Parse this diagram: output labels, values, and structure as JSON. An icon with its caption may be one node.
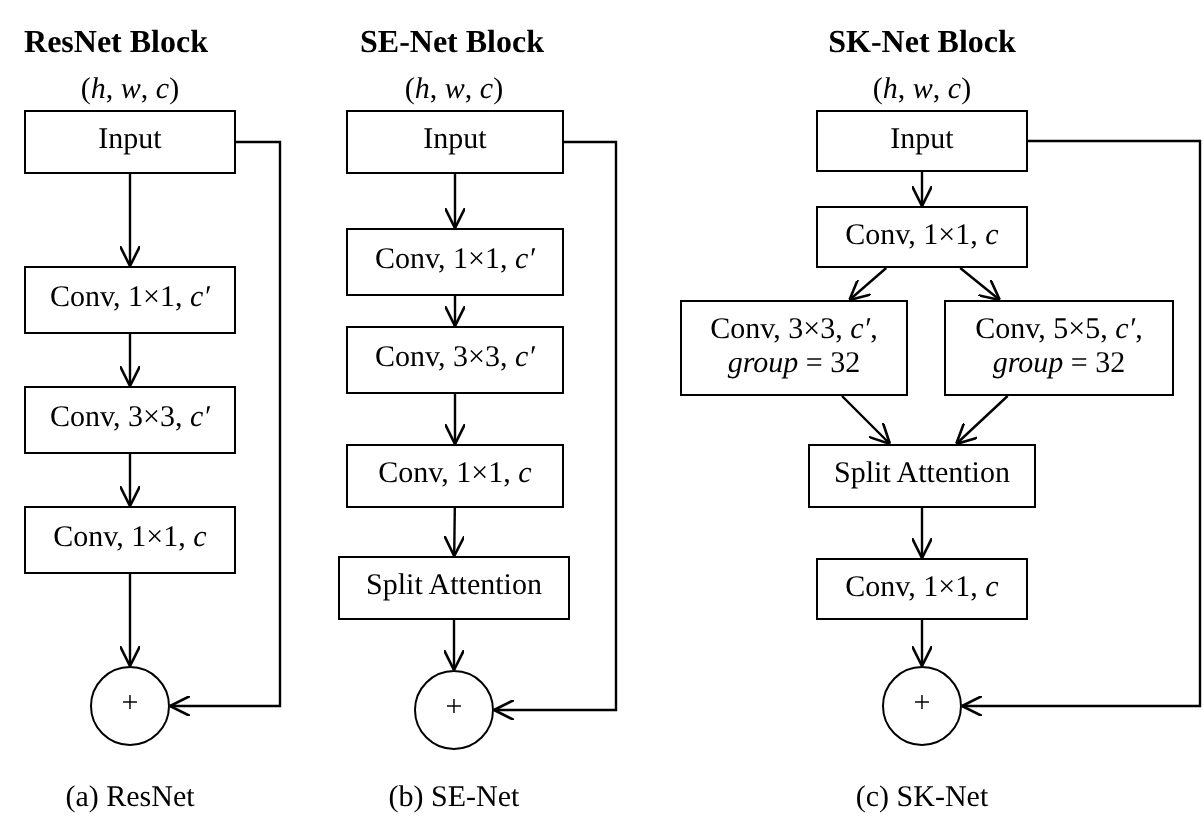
{
  "diagram": {
    "nodes": [
      {
        "text": [
          "Input"
        ]
      },
      {
        "text": [
          "Conv, 1×1, *c′*"
        ]
      },
      {
        "text": [
          "Conv, 3×3, *c′*"
        ]
      },
      {
        "text": [
          "Conv, 1×1, *c*"
        ]
      },
      {
        "text": [
          "+"
        ]
      },
      {
        "text": [
          "Input"
        ]
      },
      {
        "text": [
          "Conv, 1×1, *c′*"
        ]
      },
      {
        "text": [
          "Conv, 3×3, *c′*"
        ]
      },
      {
        "text": [
          "Conv, 1×1, *c*"
        ]
      },
      {
        "text": [
          "Split Attention"
        ]
      },
      {
        "text": [
          "+"
        ]
      },
      {
        "text": [
          "Input"
        ]
      },
      {
        "text": [
          "Conv, 1×1, *c*"
        ]
      },
      {
        "text": [
          "Conv, 3×3, *c′*, *group* = 32"
        ]
      },
      {
        "text": [
          "Conv, 5×5, *c′*, *group* = 32"
        ]
      },
      {
        "text": [
          "Split Attention"
        ]
      },
      {
        "text": [
          "Conv, 1×1, *c*"
        ]
      },
      {
        "text": [
          "+"
        ]
      }
    ],
    "edges": [
      {
        "from": 0,
        "to": 1,
        "arrow": "to"
      },
      {
        "from": 1,
        "to": 2,
        "arrow": "to"
      },
      {
        "from": 2,
        "to": 3,
        "arrow": "to"
      },
      {
        "from": 3,
        "to": 4,
        "arrow": "to"
      },
      {
        "from": 0,
        "to": 4,
        "arrow": "to"
      },
      {
        "from": 5,
        "to": 6,
        "arrow": "to"
      },
      {
        "from": 6,
        "to": 7,
        "arrow": "to"
      },
      {
        "from": 7,
        "to": 8,
        "arrow": "to"
      },
      {
        "from": 8,
        "to": 9,
        "arrow": "to"
      },
      {
        "from": 9,
        "to": 10,
        "arrow": "to"
      },
      {
        "from": 5,
        "to": 10,
        "arrow": "to"
      },
      {
        "from": 11,
        "to": 12,
        "arrow": "to"
      },
      {
        "from": 12,
        "to": 13,
        "arrow": "to"
      },
      {
        "from": 12,
        "to": 14,
        "arrow": "to"
      },
      {
        "from": 13,
        "to": 15,
        "arrow": "to"
      },
      {
        "from": 14,
        "to": 15,
        "arrow": "to"
      },
      {
        "from": 15,
        "to": 16,
        "arrow": "to"
      },
      {
        "from": 16,
        "to": 17,
        "arrow": "to"
      },
      {
        "from": 11,
        "to": 17,
        "arrow": "to"
      }
    ],
    "labels": [
      "ResNet Block",
      "(*h*, *w*, *c*)",
      "SE-Net Block",
      "(*h*, *w*, *c*)",
      "SK-Net Block",
      "(*h*, *w*, *c*)",
      "(a) ResNet",
      "(b) SE-Net",
      "(c) SK-Net"
    ]
  }
}
